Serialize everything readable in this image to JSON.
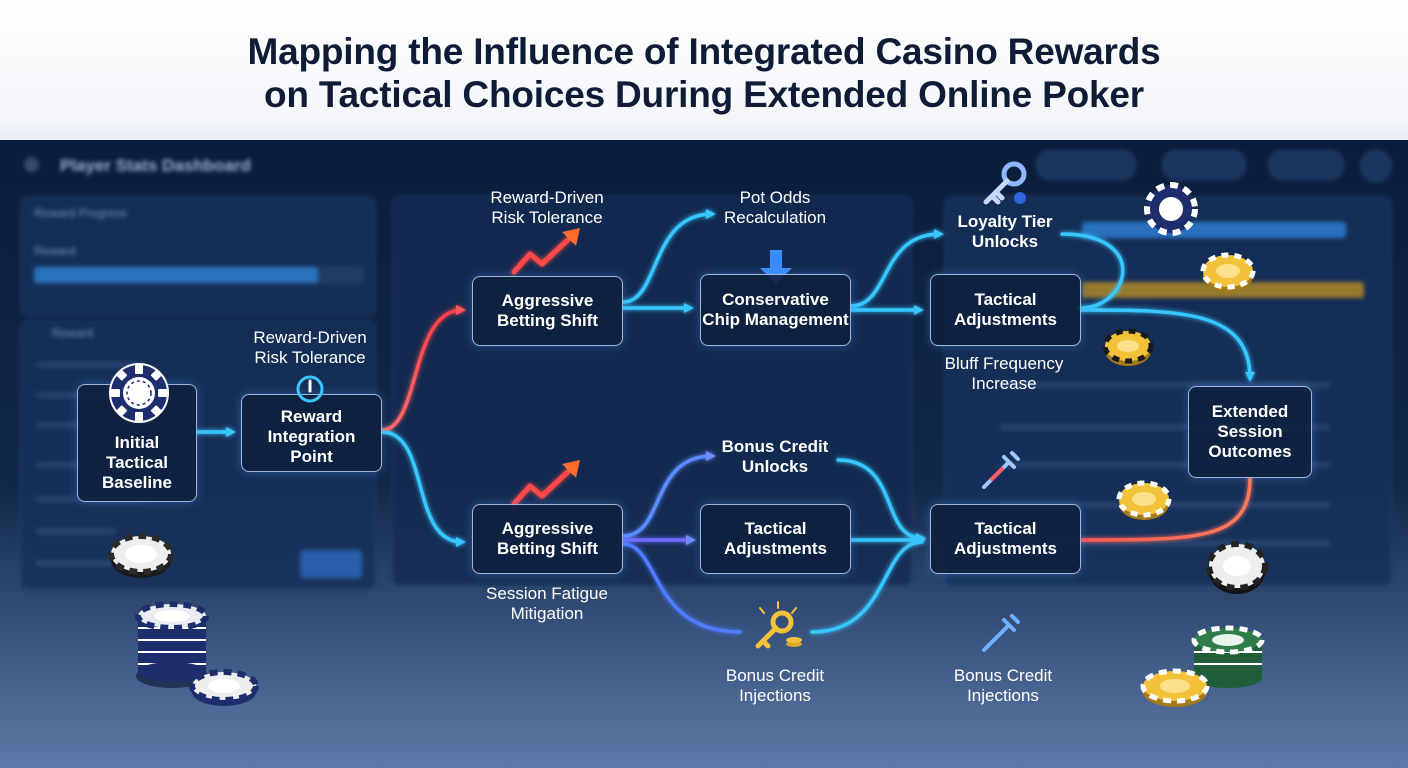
{
  "title_line1": "Mapping the Influence of Integrated Casino Rewards",
  "title_line2": "on Tactical Choices During Extended Online Poker",
  "dashboard": {
    "title": "Player Stats Dashboard",
    "reward_progress": "Reward Progress",
    "reward": "Reward",
    "reward_section": "Reward"
  },
  "nodes": {
    "initial": [
      "Initial",
      "Tactical",
      "Baseline"
    ],
    "integration": [
      "Reward",
      "Integration",
      "Point"
    ],
    "aggr_top": [
      "Aggressive",
      "Betting Shift"
    ],
    "conservative": [
      "Conservative",
      "Chip Management"
    ],
    "tactical_top": [
      "Tactical",
      "Adjustments"
    ],
    "aggr_bottom": [
      "Aggressive",
      "Betting Shift"
    ],
    "tactical_mid": [
      "Tactical",
      "Adjustments"
    ],
    "tactical_bottom": [
      "Tactical",
      "Adjustments"
    ],
    "extended": [
      "Extended",
      "Session",
      "Outcomes"
    ]
  },
  "labels": {
    "rdrt_left": [
      "Reward-Driven",
      "Risk Tolerance"
    ],
    "rdrt_top": [
      "Reward-Driven",
      "Risk Tolerance"
    ],
    "pot_odds": [
      "Pot Odds",
      "Recalculation"
    ],
    "loyalty": [
      "Loyalty Tier",
      "Unlocks"
    ],
    "bluff": [
      "Bluff Frequency",
      "Increase"
    ],
    "bonus_unlocks": [
      "Bonus Credit",
      "Unlocks"
    ],
    "fatigue": [
      "Session Fatigue",
      "Mitigation"
    ],
    "bonus_inj_left": [
      "Bonus Credit",
      "Injections"
    ],
    "bonus_inj_right": [
      "Bonus Credit",
      "Injections"
    ]
  },
  "colors": {
    "link_cyan": "#39c6ff",
    "link_blue": "#4f7cff",
    "link_red": "#ff5a55",
    "arrow_up": "#ff6a2e",
    "key_gold": "#f2c23a",
    "chip_navy": "#1e2d6b",
    "chip_gold": "#d9a92a",
    "chip_green": "#2e7d4b"
  }
}
